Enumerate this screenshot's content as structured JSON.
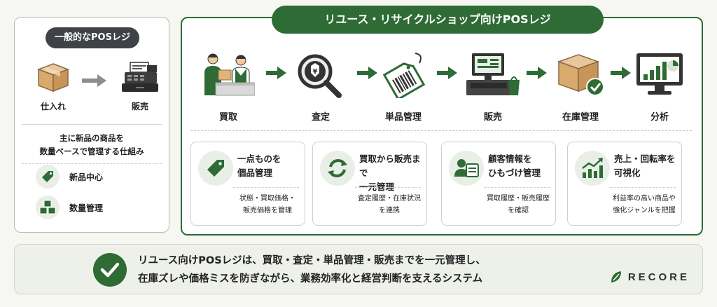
{
  "left_panel": {
    "title": "一般的なPOSレジ",
    "flow": [
      {
        "label": "仕入れ",
        "icon": "box-icon"
      },
      {
        "label": "販売",
        "icon": "cash-register-icon"
      }
    ],
    "description_line1": "主に新品の商品を",
    "description_line2": "数量ベースで管理する仕組み",
    "features": [
      {
        "label": "新品中心",
        "icon": "tag-icon"
      },
      {
        "label": "数量管理",
        "icon": "boxes-icon"
      }
    ]
  },
  "right_panel": {
    "title": "リユース・リサイクルショップ向けPOSレジ",
    "steps": [
      {
        "label": "買取",
        "icon": "buyback-icon"
      },
      {
        "label": "査定",
        "icon": "appraisal-magnifier-icon"
      },
      {
        "label": "単品管理",
        "icon": "barcode-tag-icon"
      },
      {
        "label": "販売",
        "icon": "pos-terminal-icon"
      },
      {
        "label": "在庫管理",
        "icon": "stock-box-check-icon"
      },
      {
        "label": "分析",
        "icon": "analytics-monitor-icon"
      }
    ],
    "cards": [
      {
        "title": "一点ものを\n個品管理",
        "desc": "状態・買取価格・\n販売価格を管理",
        "icon": "tag-icon"
      },
      {
        "title": "買取から販売まで\n一元管理",
        "desc": "査定履歴・在庫状況\nを連携",
        "icon": "sync-icon"
      },
      {
        "title": "顧客情報を\nひもづけ管理",
        "desc": "買取履歴・販売履歴\nを確認",
        "icon": "customer-id-icon"
      },
      {
        "title": "売上・回転率を\n可視化",
        "desc": "利益率の高い商品や\n強化ジャンルを把握",
        "icon": "growth-chart-icon"
      }
    ]
  },
  "bottom": {
    "line1": "リユース向けPOSレジは、買取・査定・単品管理・販売までを一元管理し、",
    "line2": "在庫ズレや価格ミスを防ぎながら、業務効率化と経営判断を支えるシステム",
    "logo_text": "RECORE"
  },
  "colors": {
    "brand_green": "#2e6b35",
    "dark_pill": "#3f4247",
    "light_green_bg": "#e9efe6"
  }
}
